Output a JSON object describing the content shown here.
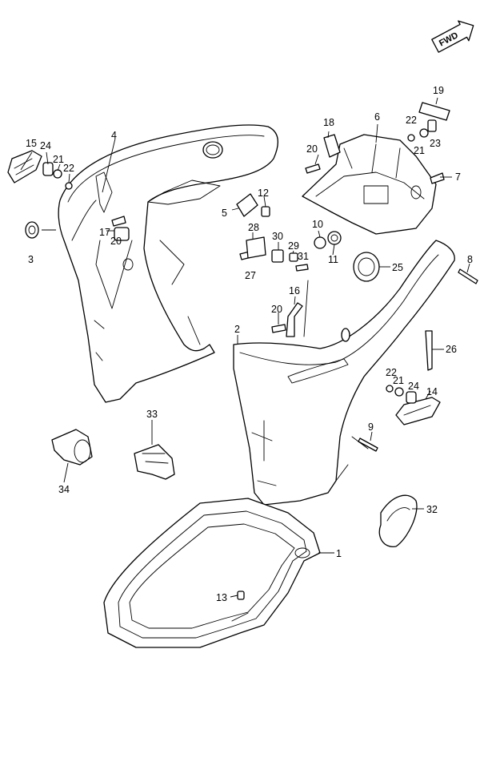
{
  "direction_badge": {
    "label": "FWD"
  },
  "callouts": [
    {
      "id": "c1",
      "label": "1"
    },
    {
      "id": "c2",
      "label": "2"
    },
    {
      "id": "c3",
      "label": "3"
    },
    {
      "id": "c4",
      "label": "4"
    },
    {
      "id": "c5",
      "label": "5"
    },
    {
      "id": "c6",
      "label": "6"
    },
    {
      "id": "c7",
      "label": "7"
    },
    {
      "id": "c8",
      "label": "8"
    },
    {
      "id": "c9",
      "label": "9"
    },
    {
      "id": "c10",
      "label": "10"
    },
    {
      "id": "c11",
      "label": "11"
    },
    {
      "id": "c12",
      "label": "12"
    },
    {
      "id": "c13",
      "label": "13"
    },
    {
      "id": "c14",
      "label": "14"
    },
    {
      "id": "c15",
      "label": "15"
    },
    {
      "id": "c16",
      "label": "16"
    },
    {
      "id": "c17",
      "label": "17"
    },
    {
      "id": "c18",
      "label": "18"
    },
    {
      "id": "c19",
      "label": "19"
    },
    {
      "id": "c20a",
      "label": "20"
    },
    {
      "id": "c20b",
      "label": "20"
    },
    {
      "id": "c20c",
      "label": "20"
    },
    {
      "id": "c21a",
      "label": "21"
    },
    {
      "id": "c21b",
      "label": "21"
    },
    {
      "id": "c21c",
      "label": "21"
    },
    {
      "id": "c22a",
      "label": "22"
    },
    {
      "id": "c22b",
      "label": "22"
    },
    {
      "id": "c22c",
      "label": "22"
    },
    {
      "id": "c23",
      "label": "23"
    },
    {
      "id": "c24a",
      "label": "24"
    },
    {
      "id": "c24b",
      "label": "24"
    },
    {
      "id": "c25",
      "label": "25"
    },
    {
      "id": "c26",
      "label": "26"
    },
    {
      "id": "c27",
      "label": "27"
    },
    {
      "id": "c28",
      "label": "28"
    },
    {
      "id": "c29",
      "label": "29"
    },
    {
      "id": "c30",
      "label": "30"
    },
    {
      "id": "c31",
      "label": "31"
    },
    {
      "id": "c32",
      "label": "32"
    },
    {
      "id": "c33",
      "label": "33"
    },
    {
      "id": "c34",
      "label": "34"
    }
  ]
}
